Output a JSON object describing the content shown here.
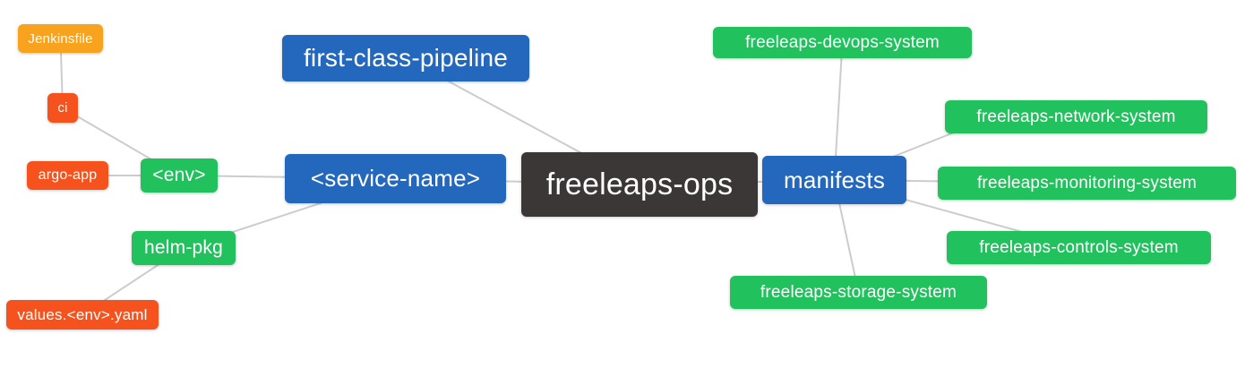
{
  "diagram": {
    "type": "mindmap",
    "background": "#ffffff",
    "edge_color": "#cccccc",
    "text_color": "#ffffff",
    "node_colors": {
      "blue": "#2368bc",
      "green": "#21c15d",
      "orange": "#f9a21e",
      "red": "#f5521d",
      "dark": "#3b3737"
    },
    "nodes": [
      {
        "id": "jenkinsfile",
        "label": "Jenkinsfile",
        "color": "orange"
      },
      {
        "id": "ci",
        "label": "ci",
        "color": "red"
      },
      {
        "id": "argo-app",
        "label": "argo-app",
        "color": "red"
      },
      {
        "id": "env",
        "label": "<env>",
        "color": "green"
      },
      {
        "id": "helm-pkg",
        "label": "helm-pkg",
        "color": "green"
      },
      {
        "id": "values-env-yaml",
        "label": "values.<env>.yaml",
        "color": "red"
      },
      {
        "id": "first-class-pipeline",
        "label": "first-class-pipeline",
        "color": "blue"
      },
      {
        "id": "service-name",
        "label": "<service-name>",
        "color": "blue"
      },
      {
        "id": "freeleaps-ops",
        "label": "freeleaps-ops",
        "color": "dark"
      },
      {
        "id": "manifests",
        "label": "manifests",
        "color": "blue"
      },
      {
        "id": "freeleaps-devops-system",
        "label": "freeleaps-devops-system",
        "color": "green"
      },
      {
        "id": "freeleaps-network-system",
        "label": "freeleaps-network-system",
        "color": "green"
      },
      {
        "id": "freeleaps-monitoring-system",
        "label": "freeleaps-monitoring-system",
        "color": "green"
      },
      {
        "id": "freeleaps-controls-system",
        "label": "freeleaps-controls-system",
        "color": "green"
      },
      {
        "id": "freeleaps-storage-system",
        "label": "freeleaps-storage-system",
        "color": "green"
      }
    ],
    "edges": [
      [
        "jenkinsfile",
        "ci"
      ],
      [
        "ci",
        "env"
      ],
      [
        "argo-app",
        "env"
      ],
      [
        "env",
        "service-name"
      ],
      [
        "helm-pkg",
        "service-name"
      ],
      [
        "values-env-yaml",
        "helm-pkg"
      ],
      [
        "first-class-pipeline",
        "freeleaps-ops"
      ],
      [
        "service-name",
        "freeleaps-ops"
      ],
      [
        "freeleaps-ops",
        "manifests"
      ],
      [
        "manifests",
        "freeleaps-devops-system"
      ],
      [
        "manifests",
        "freeleaps-network-system"
      ],
      [
        "manifests",
        "freeleaps-monitoring-system"
      ],
      [
        "manifests",
        "freeleaps-controls-system"
      ],
      [
        "manifests",
        "freeleaps-storage-system"
      ]
    ]
  }
}
